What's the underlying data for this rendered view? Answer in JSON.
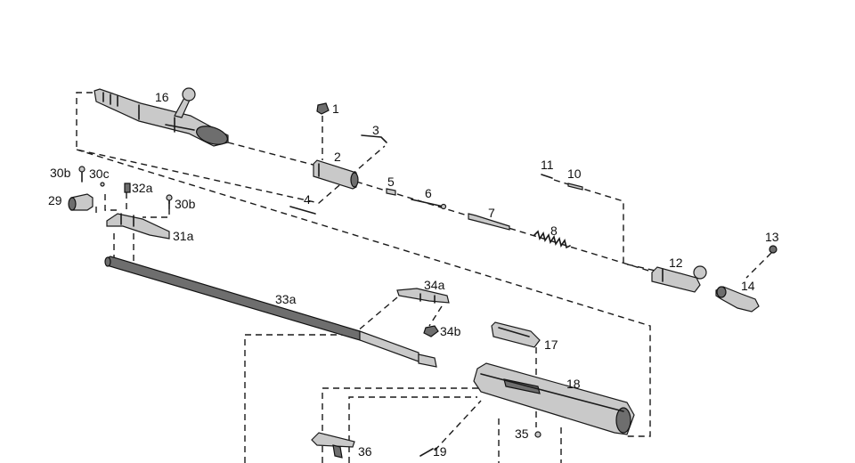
{
  "labels": {
    "p1": "1",
    "p2": "2",
    "p3": "3",
    "p4": "4",
    "p5": "5",
    "p6": "6",
    "p7": "7",
    "p8": "8",
    "p10": "10",
    "p11": "11",
    "p12": "12",
    "p13": "13",
    "p14": "14",
    "p16": "16",
    "p17": "17",
    "p18": "18",
    "p19": "19",
    "p29": "29",
    "p30b_top": "30b",
    "p30c": "30c",
    "p30b_right": "30b",
    "p31a": "31a",
    "p32a": "32a",
    "p33a": "33a",
    "p34a": "34a",
    "p34b": "34b",
    "p35": "35",
    "p36": "36"
  }
}
